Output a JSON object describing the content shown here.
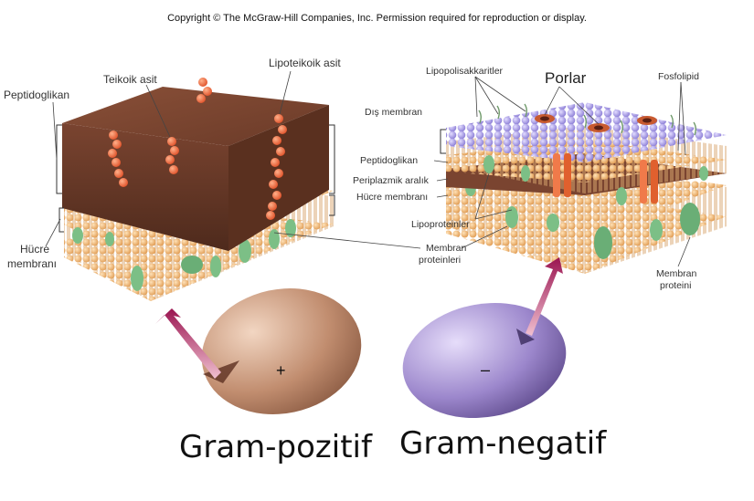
{
  "copyright": "Copyright © The McGraw-Hill Companies, Inc. Permission required for reproduction or display.",
  "gram_positive": {
    "labels": {
      "peptidoglycan": "Peptidoglikan",
      "teichoic_acid": "Teikoik asit",
      "lipoteichoic_acid": "Lipoteikoik asit",
      "cell_membrane_line1": "Hücre",
      "cell_membrane_line2": "membranı"
    },
    "sign": "+",
    "caption": "Gram-pozitif"
  },
  "gram_negative": {
    "labels": {
      "lipopolysaccharides": "Lipopolisakkaritler",
      "pores": "Porlar",
      "phospholipid": "Fosfolipid",
      "outer_membrane": "Dış membran",
      "peptidoglycan": "Peptidoglikan",
      "periplasmic_space": "Periplazmik aralık",
      "cell_membrane": "Hücre membranı",
      "lipoproteins": "Lipoproteinler",
      "membrane_proteins_line1": "Membran",
      "membrane_proteins_line2": "proteinleri",
      "membrane_protein_line1": "Membran",
      "membrane_protein_line2": "proteini"
    },
    "sign": "–",
    "caption": "Gram-negatif"
  },
  "colors": {
    "peptidoglycan_brown": "#6b3a28",
    "lipid_orange": "#f0b06a",
    "protein_green": "#7cbf86",
    "lps_purple": "#a99be0",
    "pore_orange": "#f07a4a",
    "positive_cell": "#c8957a",
    "negative_cell": "#9a86c8",
    "arrow_magenta": "#a3205c"
  }
}
